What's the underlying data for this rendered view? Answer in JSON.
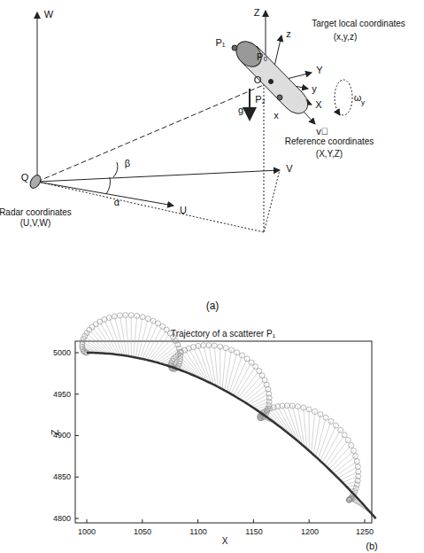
{
  "diagram": {
    "labels": [
      "W",
      "Q",
      "Radar coordinates",
      "(U,V,W)",
      "U",
      "V",
      "α",
      "β",
      "Z",
      "z",
      "P₁",
      "P₀",
      "Target local coordinates",
      "(x,y,z)",
      "Y",
      "y",
      "X",
      "ω",
      "y",
      "O",
      "P₂",
      "x",
      "v⃗",
      "g",
      "Reference coordinates",
      "(X,Y,Z)",
      "(a)",
      "Trajectory of a scatterer P₁",
      "5000",
      "4950",
      "4900",
      "4850",
      "4800",
      "1000",
      "1050",
      "1100",
      "1150",
      "1200",
      "1250",
      "X",
      "Z",
      "(b)"
    ]
  }
}
